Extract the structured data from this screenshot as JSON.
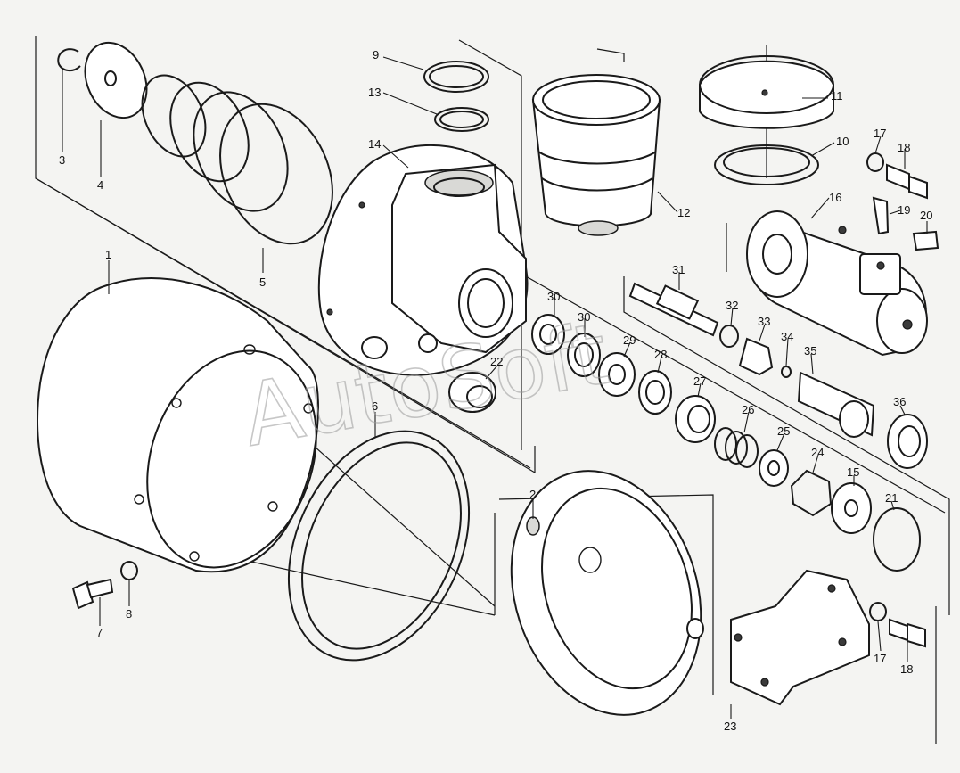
{
  "watermark": "AutoSoft",
  "callouts": {
    "p1": "1",
    "p2": "2",
    "p3": "3",
    "p4": "4",
    "p5": "5",
    "p6": "6",
    "p7": "7",
    "p8": "8",
    "p9": "9",
    "p10": "10",
    "p11": "11",
    "p12": "12",
    "p13": "13",
    "p14": "14",
    "p15": "15",
    "p16": "16",
    "p17a": "17",
    "p17b": "17",
    "p18a": "18",
    "p18b": "18",
    "p19": "19",
    "p20": "20",
    "p21": "21",
    "p22": "22",
    "p23": "23",
    "p24": "24",
    "p25": "25",
    "p26": "26",
    "p27": "27",
    "p28": "28",
    "p29": "29",
    "p30a": "30",
    "p30b": "30",
    "p31": "31",
    "p32": "32",
    "p33": "33",
    "p34": "34",
    "p35": "35",
    "p36": "36"
  }
}
